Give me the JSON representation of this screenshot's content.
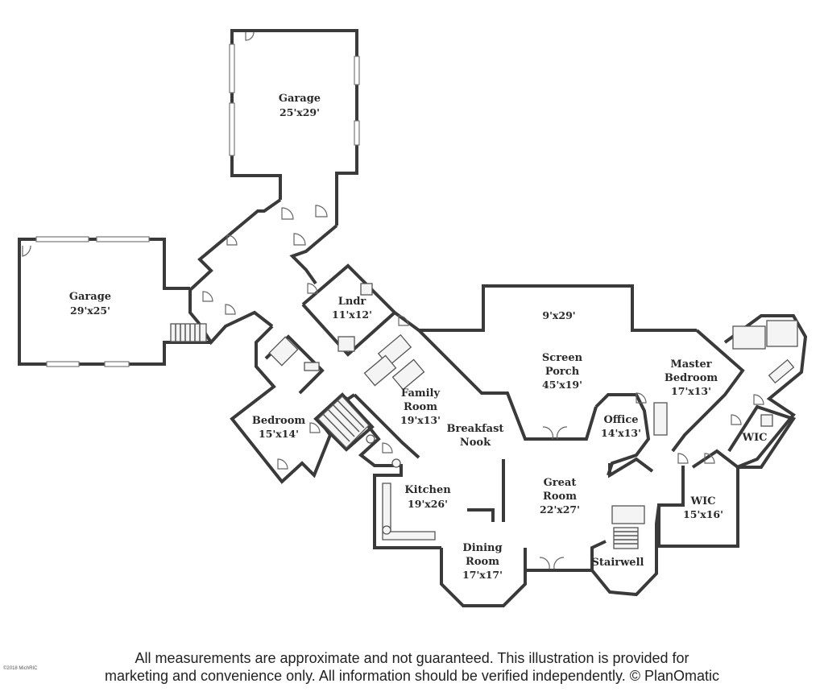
{
  "rooms": [
    {
      "id": "garage-north",
      "name": "Garage",
      "dims": "25'x29'"
    },
    {
      "id": "garage-west",
      "name": "Garage",
      "dims": "29'x25'"
    },
    {
      "id": "laundry",
      "name": "Lndr",
      "dims": "11'x12'"
    },
    {
      "id": "porch-upper",
      "name": "",
      "dims": "9'x29'"
    },
    {
      "id": "screen-porch",
      "name": "Screen",
      "name2": "Porch",
      "dims": "45'x19'"
    },
    {
      "id": "master-bedroom",
      "name": "Master",
      "name2": "Bedroom",
      "dims": "17'x13'"
    },
    {
      "id": "family-room",
      "name": "Family",
      "name2": "Room",
      "dims": "19'x13'"
    },
    {
      "id": "breakfast-nook",
      "name": "Breakfast",
      "name2": "Nook"
    },
    {
      "id": "office",
      "name": "Office",
      "dims": "14'x13'"
    },
    {
      "id": "wic-upper",
      "name": "WIC"
    },
    {
      "id": "bedroom",
      "name": "Bedroom",
      "dims": "15'x14'"
    },
    {
      "id": "kitchen",
      "name": "Kitchen",
      "dims": "19'x26'"
    },
    {
      "id": "great-room",
      "name": "Great",
      "name2": "Room",
      "dims": "22'x27'"
    },
    {
      "id": "wic-lower",
      "name": "WIC",
      "dims": "15'x16'"
    },
    {
      "id": "dining-room",
      "name": "Dining",
      "name2": "Room",
      "dims": "17'x17'"
    },
    {
      "id": "stairwell",
      "name": "Stairwell"
    }
  ],
  "disclaimer": {
    "line1": "All measurements are approximate and not guaranteed. This illustration is provided for",
    "line2": "marketing and convenience only. All information should be verified independently. © PlanOmatic"
  },
  "copyright": "©2018 MichRIC",
  "colors": {
    "wall": "#3a3a3a",
    "background": "#ffffff",
    "text": "#2a2a2a"
  }
}
